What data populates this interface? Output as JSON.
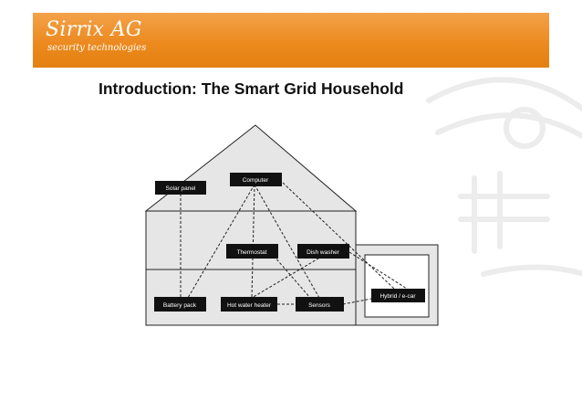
{
  "brand": {
    "name": "Sirrix AG",
    "tagline": "security technologies"
  },
  "slide": {
    "title": "Introduction: The Smart Grid Household"
  },
  "colors": {
    "header_orange": "#ec8a1f",
    "device_box": "#111111",
    "house_fill": "#e6e6e6",
    "garage_inner": "#ffffff"
  },
  "devices": {
    "solar_panel": "Solar panel",
    "computer": "Computer",
    "thermostat": "Thermostat",
    "dish_washer": "Dish washer",
    "battery_pack": "Battery pack",
    "hot_water_heater": "Hot water heater",
    "sensors": "Sensors",
    "hybrid_ecar": "Hybrid / e-car"
  }
}
